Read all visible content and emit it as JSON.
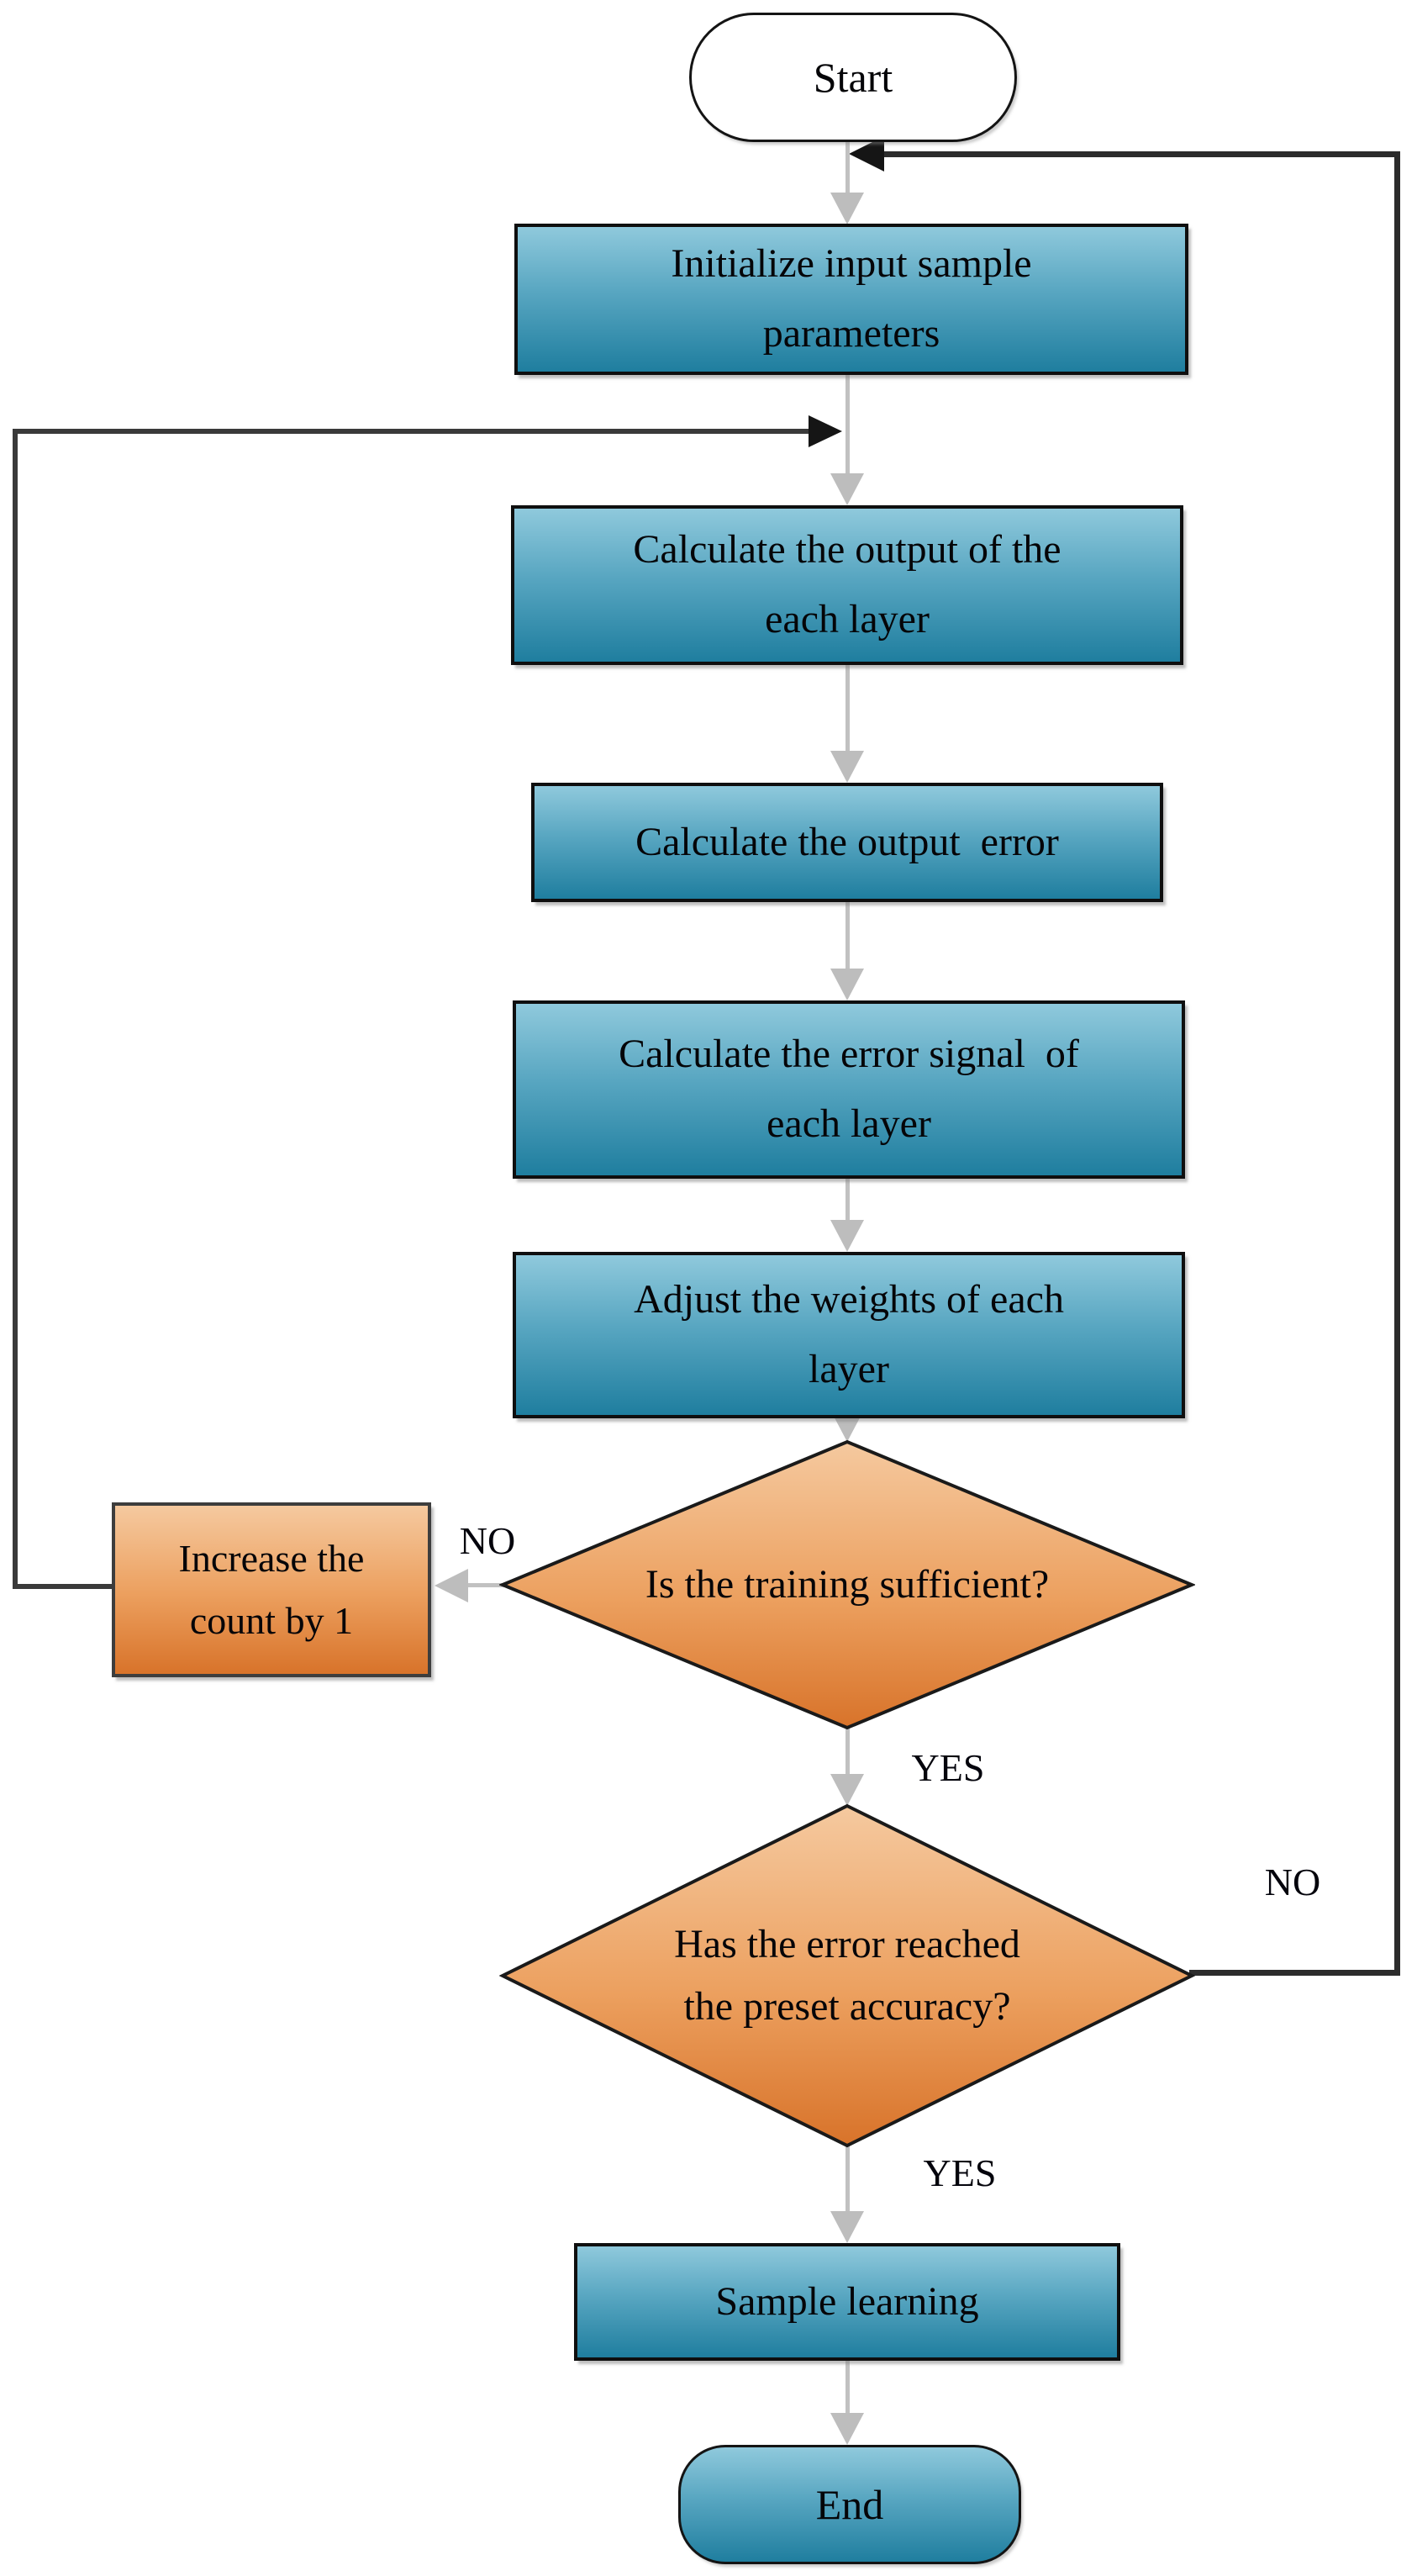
{
  "figure": {
    "type": "flowchart",
    "description": "Neural network training flowchart"
  },
  "colors": {
    "process_fill_top": "#8fc9dc",
    "process_fill_bottom": "#1f7e9f",
    "decision_fill_top": "#f5c99f",
    "decision_fill_bottom": "#d8732a",
    "start_fill": "#ffffff",
    "connector_gray": "#c1c1c1",
    "loop_line_black": "#2c2c2c",
    "border_black": "#0f0f0f",
    "text_color": "#050508"
  },
  "nodes": {
    "start": {
      "label": "Start"
    },
    "initialize": {
      "label": "Initialize input sample\nparameters"
    },
    "calc_output": {
      "label": "Calculate the output of the\neach layer"
    },
    "calc_output_error": {
      "label": "Calculate the output  error"
    },
    "calc_error_signal": {
      "label": "Calculate the error signal  of\neach layer"
    },
    "adjust_weights": {
      "label": "Adjust the weights of each\nlayer"
    },
    "decision_training": {
      "label": "Is the training sufficient?"
    },
    "increase_count": {
      "label": "Increase the\ncount by 1"
    },
    "decision_accuracy": {
      "label": "Has the error reached\nthe preset accuracy?"
    },
    "sample_learning": {
      "label": "Sample learning"
    },
    "end": {
      "label": "End"
    }
  },
  "edge_labels": {
    "no_training": "NO",
    "yes_training": "YES",
    "no_accuracy": "NO",
    "yes_accuracy": "YES"
  }
}
